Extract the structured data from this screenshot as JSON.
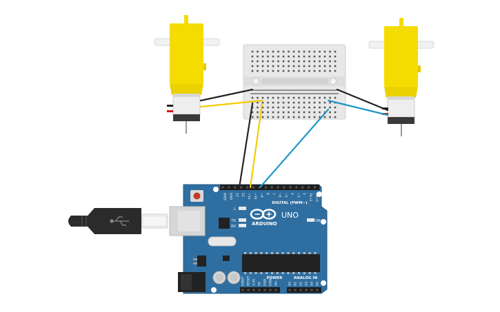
{
  "arduino": {
    "brand": "ARDUINO",
    "model": "UNO",
    "digital_header": "DIGITAL (PWM~)",
    "power_header": "POWER",
    "analog_header": "ANALOG IN",
    "on_label": "ON",
    "led_l": "L",
    "led_tx": "TX",
    "led_rx": "RX",
    "top_pins": [
      "AREF",
      "GND",
      "13",
      "12",
      "~11",
      "~10",
      "~9",
      "8",
      "7",
      "~6",
      "~5",
      "4",
      "~3",
      "2",
      "TX→1",
      "RX←0"
    ],
    "power_pins": [
      "IOREF",
      "RESET",
      "3.3V",
      "5V",
      "GND",
      "GND",
      "Vin"
    ],
    "analog_pins": [
      "A0",
      "A1",
      "A2",
      "A3",
      "A4",
      "A5"
    ]
  },
  "colors": {
    "board": "#2f6ea0",
    "motor_yellow": "#f5dc00",
    "wire_black": "#222222",
    "wire_yellow": "#f2cc00",
    "wire_blue": "#1e96c8",
    "breadboard": "#e6e6e6"
  },
  "components": {
    "left_motor": "dc-gear-motor",
    "right_motor": "dc-gear-motor",
    "breadboard": "mini-breadboard",
    "usb": "usb-b-cable"
  }
}
